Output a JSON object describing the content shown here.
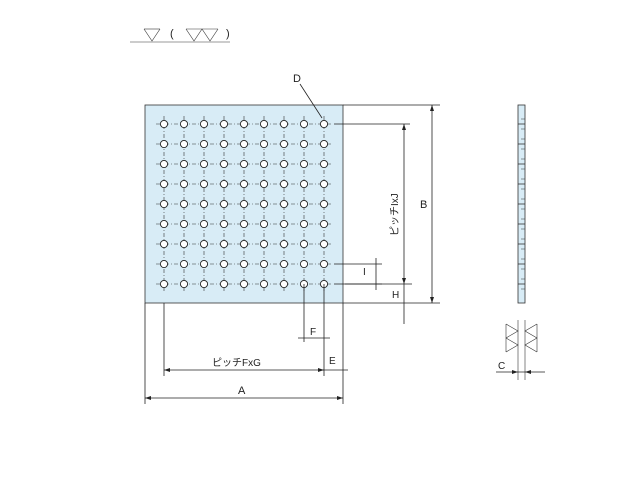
{
  "finish_symbol": {
    "open_paren": "(",
    "close_paren": ")"
  },
  "labels": {
    "A": "A",
    "B": "B",
    "C": "C",
    "D": "D",
    "E": "E",
    "F": "F",
    "H": "H",
    "I": "I",
    "pitch_horizontal": "ピッチFxG",
    "pitch_vertical": "ピッチIxJ"
  },
  "grid": {
    "columns": 9,
    "rows": 9
  },
  "colors": {
    "plate_fill": "#d8ecf6",
    "outline": "#333333"
  }
}
